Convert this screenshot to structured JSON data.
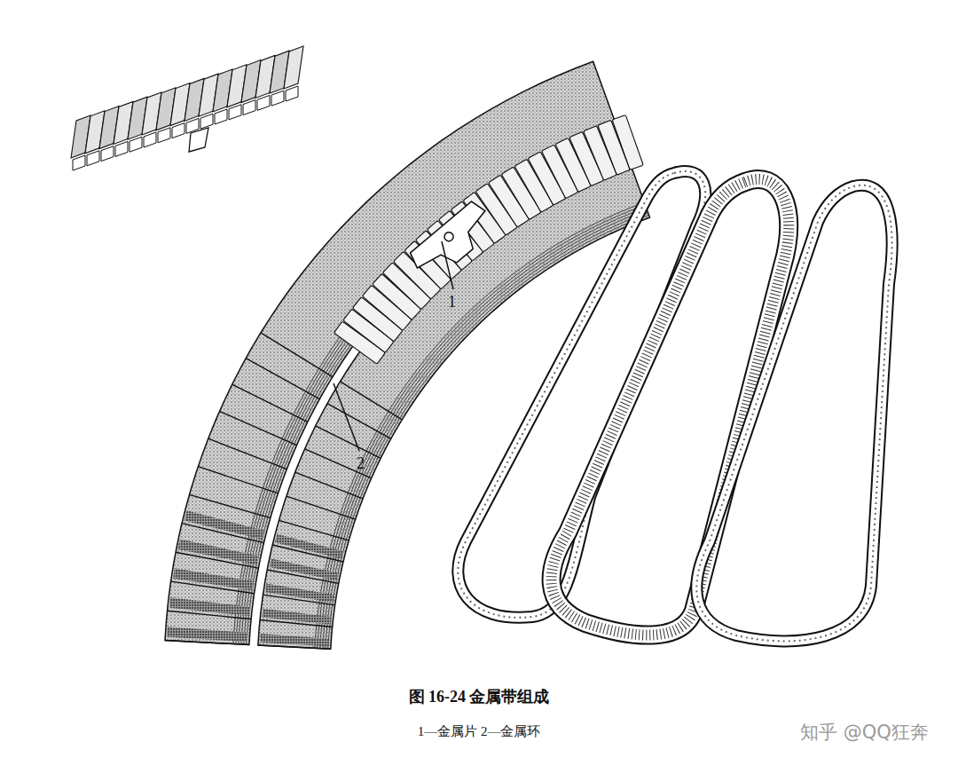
{
  "diagram": {
    "caption": "图 16-24 金属带组成",
    "labels": [
      "1",
      "2",
      "1—金属片 2—金属环",
      "知乎 @QQ狂奔"
    ]
  }
}
